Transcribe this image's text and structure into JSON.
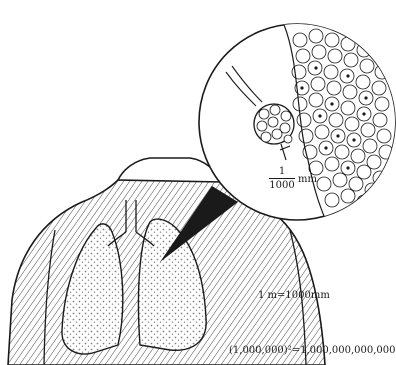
{
  "scale": {
    "numerator": "1",
    "denominator": "1000",
    "unit": "mm"
  },
  "conversion": "1 m=1000mm",
  "big_number": "(1,000,000)²=1,000,000,000,000"
}
